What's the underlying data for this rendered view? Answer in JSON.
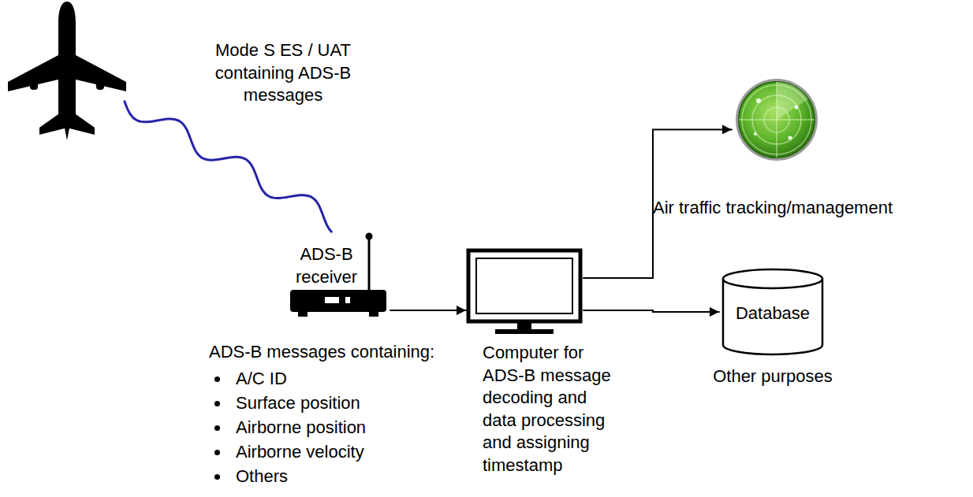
{
  "diagram": {
    "nodes": [
      {
        "text": [
          "Mode S ES / UAT containing ADS-B messages"
        ]
      },
      {
        "text": [
          "ADS-B receiver",
          "ADS-B messages containing:",
          "A/C ID",
          "Surface position",
          "Airborne position",
          "Airborne velocity",
          "Others"
        ]
      },
      {
        "text": [
          "Computer for ADS-B message decoding and data processing and assigning timestamp"
        ]
      },
      {
        "text": [
          "Air traffic tracking/management"
        ]
      },
      {
        "text": [
          "Database",
          "Other purposes"
        ]
      }
    ],
    "edges": [
      {
        "from": 0,
        "to": 1,
        "arrow": "none"
      },
      {
        "from": 1,
        "to": 2,
        "arrow": "to"
      },
      {
        "from": 2,
        "to": 3,
        "arrow": "to"
      },
      {
        "from": 2,
        "to": 4,
        "arrow": "to"
      }
    ]
  }
}
